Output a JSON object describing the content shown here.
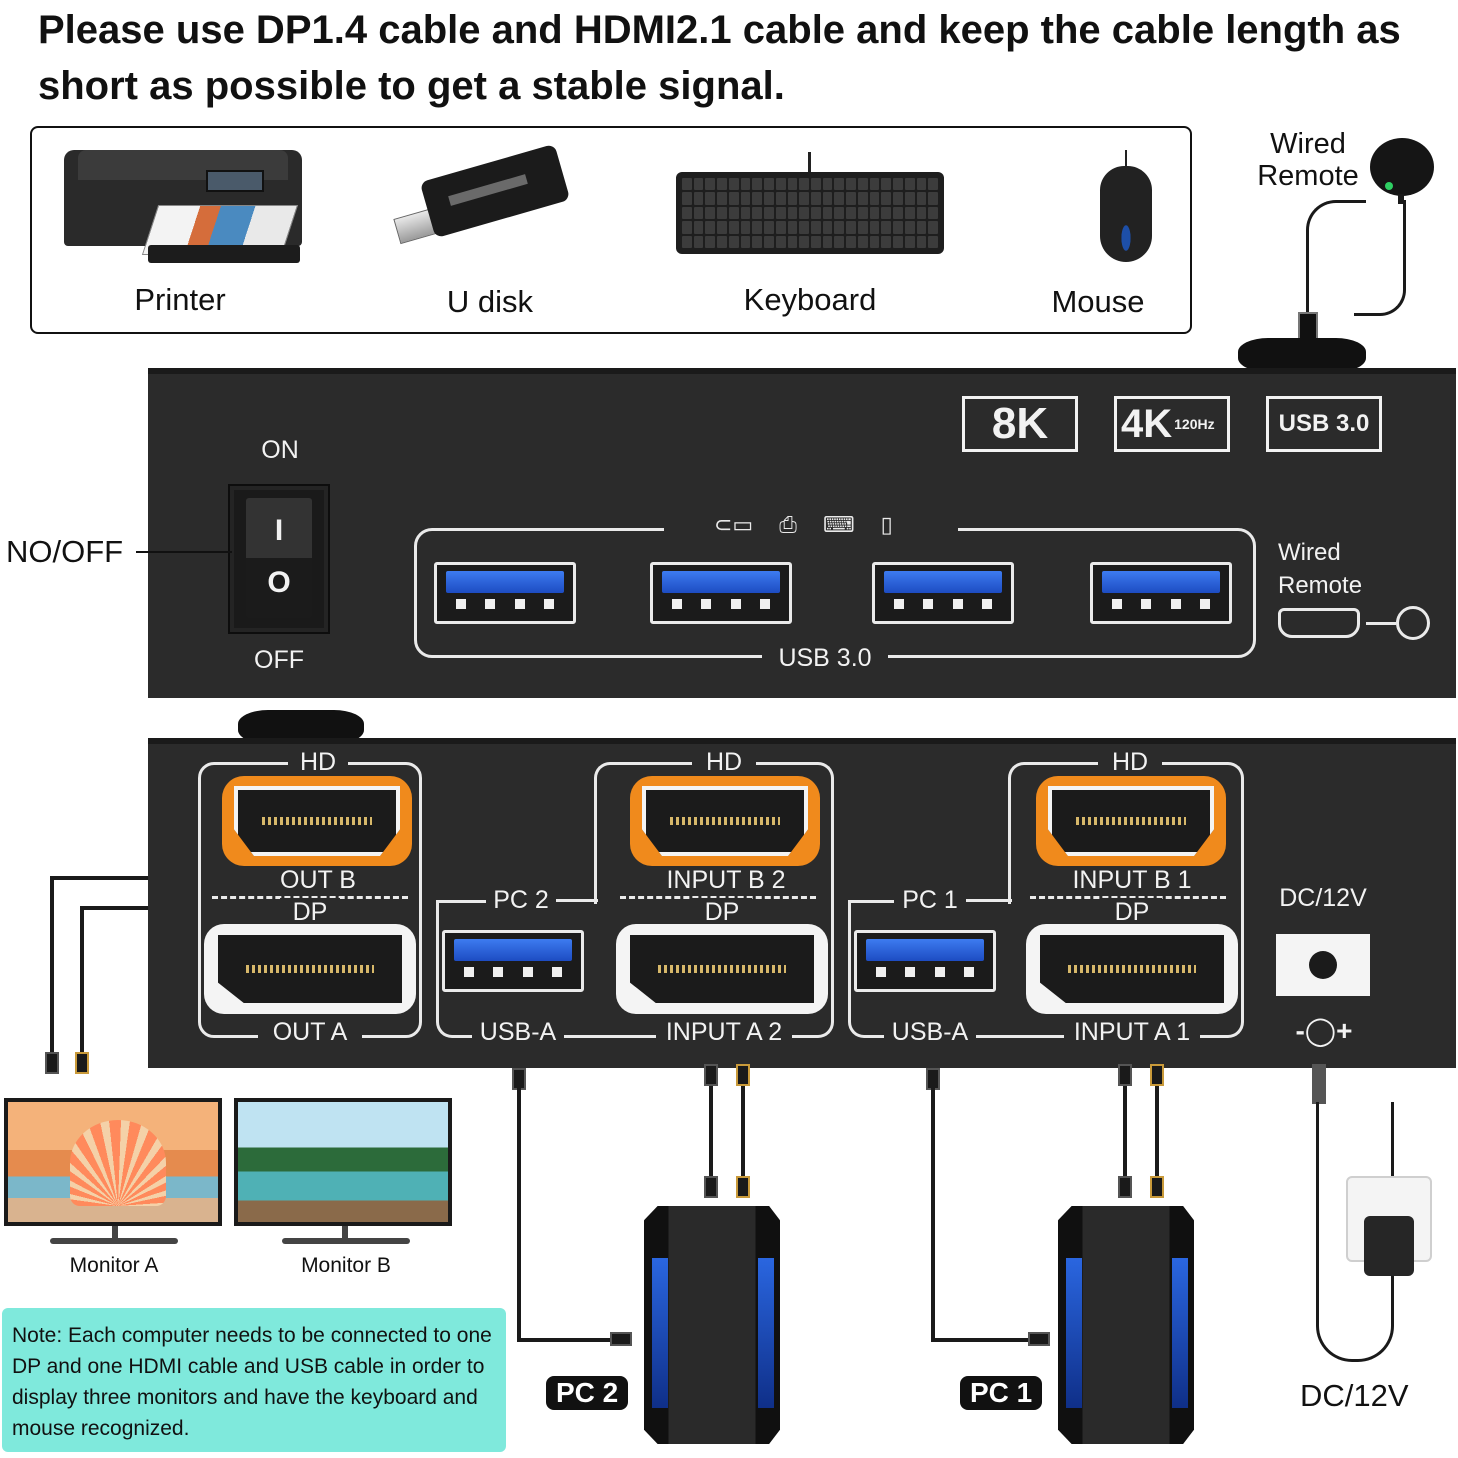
{
  "headline": "Please use DP1.4 cable and HDMI2.1 cable and keep the cable length as short as possible to get a stable signal.",
  "peripherals": {
    "printer": "Printer",
    "udisk": "U disk",
    "keyboard": "Keyboard",
    "mouse": "Mouse"
  },
  "remote": {
    "line1": "Wired",
    "line2": "Remote"
  },
  "top_panel": {
    "on": "ON",
    "off": "OFF",
    "power_label": "NO/OFF",
    "switch_on_symbol": "I",
    "switch_off_symbol": "O",
    "badge_8k": "8K",
    "badge_4k": "4K",
    "badge_hz": "120Hz",
    "badge_usb": "USB 3.0",
    "usb_label": "USB  3.0",
    "remote_line1": "Wired",
    "remote_line2": "Remote"
  },
  "bottom_panel": {
    "hd": "HD",
    "dp": "DP",
    "out_b": "OUT B",
    "out_a": "OUT A",
    "pc2": "PC 2",
    "pc1": "PC 1",
    "input_b2": "INPUT B 2",
    "input_a2": "INPUT A 2",
    "input_b1": "INPUT B 1",
    "input_a1": "INPUT A 1",
    "usb_a": "USB-A",
    "dc": "DC/12V",
    "polarity": "-◯+"
  },
  "monitors": {
    "a": "Monitor A",
    "b": "Monitor B"
  },
  "pcs": {
    "pc2": "PC 2",
    "pc1": "PC 1"
  },
  "power": {
    "label": "DC/12V"
  },
  "note": "Note: Each computer needs to be connected to one DP and one HDMI cable and USB cable in order to display three monitors and have the keyboard and mouse recognized.",
  "colors": {
    "panel": "#2b2b2b",
    "hdmi_accent": "#f08a1c",
    "usb_blue": "#2a66e0",
    "note_bg": "#7fe9dc"
  }
}
